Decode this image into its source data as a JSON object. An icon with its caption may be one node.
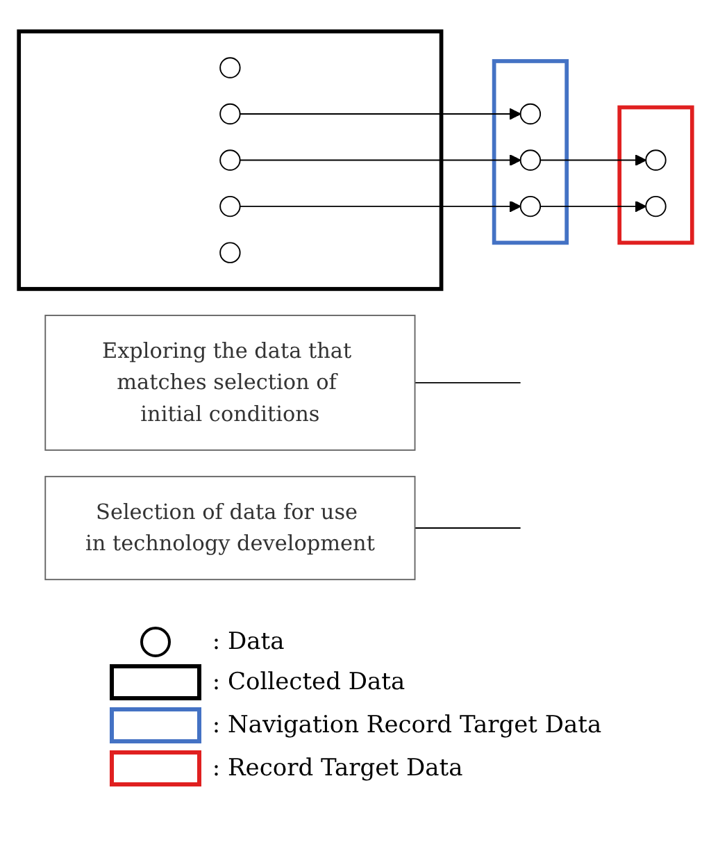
{
  "diagram": {
    "nodes": [
      {
        "text": [],
        "shape": "box"
      },
      {
        "text": [],
        "shape": "circle",
        "in": 0
      },
      {
        "text": [],
        "shape": "circle",
        "in": 0
      },
      {
        "text": [],
        "shape": "circle",
        "in": 0
      },
      {
        "text": [],
        "shape": "circle",
        "in": 0
      },
      {
        "text": [],
        "shape": "circle",
        "in": 0
      },
      {
        "text": [],
        "shape": "box"
      },
      {
        "text": [],
        "shape": "circle",
        "in": 6
      },
      {
        "text": [],
        "shape": "circle",
        "in": 6
      },
      {
        "text": [],
        "shape": "circle",
        "in": 6
      },
      {
        "text": [],
        "shape": "box"
      },
      {
        "text": [],
        "shape": "circle",
        "in": 10
      },
      {
        "text": [],
        "shape": "circle",
        "in": 10
      },
      {
        "text": [
          "Exploring the data that matches selection of initial conditions"
        ]
      },
      {
        "text": [
          "Selection of data for use in technology development"
        ]
      }
    ],
    "edges": [
      {
        "from": 2,
        "to": 7,
        "arrow": "to"
      },
      {
        "from": 3,
        "to": 8,
        "arrow": "to"
      },
      {
        "from": 4,
        "to": 9,
        "arrow": "to"
      },
      {
        "from": 8,
        "to": 11,
        "arrow": "to"
      },
      {
        "from": 9,
        "to": 12,
        "arrow": "to"
      },
      {
        "from": 13,
        "to": null,
        "arrow": "none"
      },
      {
        "from": 14,
        "to": null,
        "arrow": "none"
      }
    ],
    "legend": [
      {
        "text": ": Data"
      },
      {
        "text": ": Collected Data"
      },
      {
        "text": ": Navigation Record Target Data"
      },
      {
        "text": ": Record Target Data"
      }
    ]
  }
}
